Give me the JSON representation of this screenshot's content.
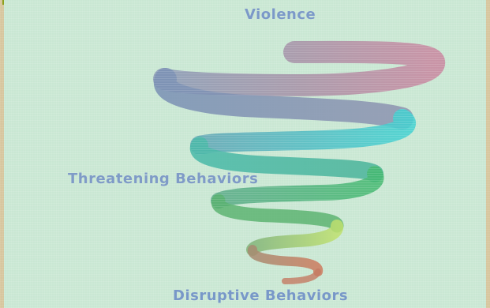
{
  "diagram": {
    "levels": {
      "top": "Violence",
      "middle": "Threatening Behaviors",
      "bottom": "Disruptive Behaviors"
    }
  },
  "colors": {
    "background_outer": "#d7c69e",
    "panel": "#c9e7d3",
    "label_text": "#7b99c8",
    "spiral_top": "#b98fa3",
    "spiral_upper_mid": "#6f98b3",
    "spiral_mid": "#46c6c3",
    "spiral_lower_mid": "#54bb7c",
    "spiral_lower": "#c6e26a",
    "spiral_bottom": "#c77b63"
  }
}
